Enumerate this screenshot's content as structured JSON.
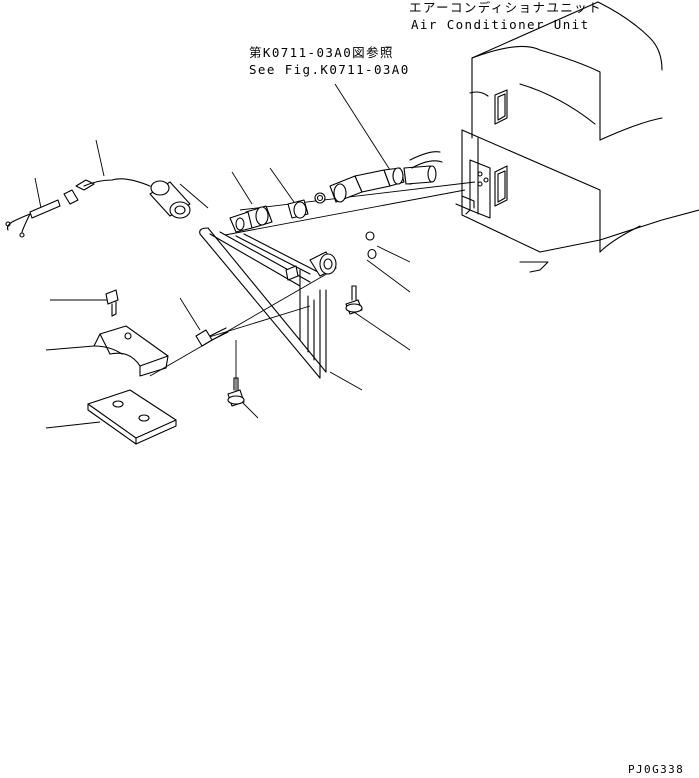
{
  "labels": {
    "unit_jp": "エアーコンディショナユニット",
    "unit_en": "Air Conditioner Unit",
    "ref_jp": "第K0711-03A0図参照",
    "ref_en": "See Fig.K0711-03A0",
    "code": "PJ0G338"
  }
}
